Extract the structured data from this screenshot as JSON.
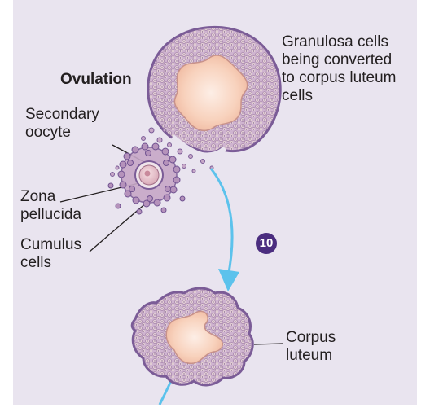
{
  "labels": {
    "ovulation": "Ovulation",
    "granulosa": "Granulosa cells\nbeing converted\nto corpus luteum\ncells",
    "secondary_oocyte": "Secondary\noocyte",
    "zona_pellucida": "Zona\npellucida",
    "cumulus_cells": "Cumulus\ncells",
    "corpus_luteum": "Corpus\nluteum"
  },
  "step_number": "10",
  "colors": {
    "background": "#e9e4ef",
    "cell_wall": "#c7a8c8",
    "cell_outline": "#7b5c97",
    "cavity": "#f6c9b1",
    "cavity_center": "#fbe6da",
    "arrow": "#5cc2ec",
    "badge": "#4b2d7f",
    "text": "#231f20"
  }
}
